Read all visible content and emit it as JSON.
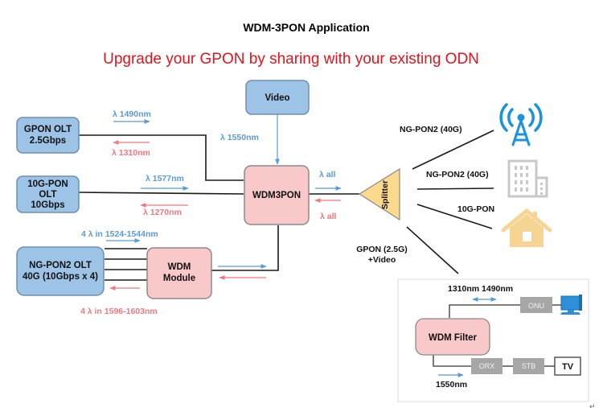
{
  "title": "WDM-3PON Application",
  "subtitle": "Upgrade your GPON by sharing with your existing ODN",
  "colors": {
    "olt_fill": "#9dc3e6",
    "wdm_fill": "#f9c9ca",
    "splitter_fill": "#fbd98d",
    "downstream_arrow": "#5b9bd5",
    "upstream_arrow": "#f0787a",
    "subtitle": "#e3141b"
  },
  "nodes": {
    "gpon_olt": {
      "line1": "GPON OLT",
      "line2": "2.5Gbps"
    },
    "tenG_olt": {
      "line1": "10G-PON",
      "line2": "OLT",
      "line3": "10Gbps"
    },
    "ngpon2_olt": {
      "line1": "NG-PON2 OLT",
      "line2": "40G (10Gbps x 4)"
    },
    "video": {
      "label": "Video"
    },
    "wdm3pon": {
      "label": "WDM3PON"
    },
    "wdm_module": {
      "line1": "WDM",
      "line2": "Module"
    },
    "splitter": {
      "label": "Splitter"
    }
  },
  "wavelengths": {
    "gpon_down": "λ 1490nm",
    "gpon_up": "λ 1310nm",
    "tenG_down": "λ 1577nm",
    "tenG_up": "λ 1270nm",
    "video": "λ 1550nm",
    "all_down": "λ all",
    "all_up": "λ all",
    "ngpon2_down": "4 λ in 1524-1544nm",
    "ngpon2_up": "4 λ  in 1596-1603nm"
  },
  "branches": [
    {
      "label": "NG-PON2 (40G)",
      "icon": "cell-tower-icon"
    },
    {
      "label": "NG-PON2 (40G)",
      "icon": "building-icon"
    },
    {
      "label": "10G-PON",
      "icon": "house-icon"
    },
    {
      "label_line1": "GPON (2.5G)",
      "label_line2": "+Video",
      "icon": "home-terminal-inset"
    }
  ],
  "inset": {
    "wavelengths_top": "1310nm 1490nm",
    "wavelength_bottom": "1550nm",
    "wdm_filter": "WDM Filter",
    "onu": "ONU",
    "orx": "ORX",
    "stb": "STB",
    "tv": "TV"
  },
  "return_mark": "↵"
}
